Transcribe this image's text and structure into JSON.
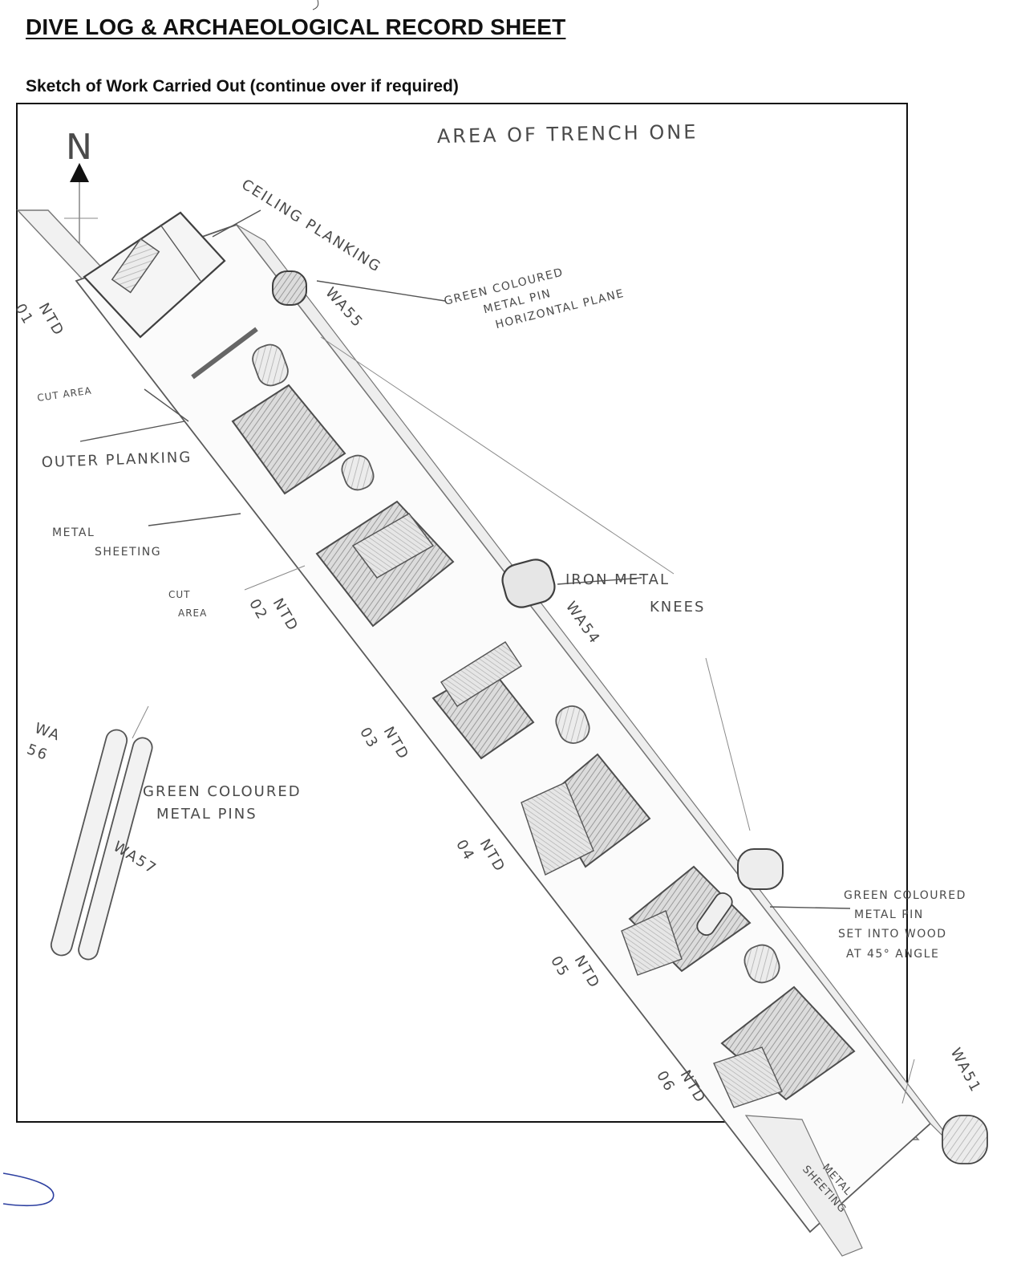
{
  "header": {
    "title": "DIVE LOG & ARCHAEOLOGICAL RECORD SHEET",
    "sketch_heading": "Sketch of Work Carried Out (continue over if required)"
  },
  "sketch": {
    "area_title": "AREA OF TRENCH ONE",
    "north_label": "N",
    "annotations": {
      "ceiling_planking": "CEILING PLANKING",
      "green_pin_horizontal": [
        "GREEN COLOURED",
        "METAL PIN",
        "HORIZONTAL PLANE"
      ],
      "cut_area_top": "CUT AREA",
      "outer_planking": "OUTER PLANKING",
      "metal_sheeting_left": [
        "METAL",
        "SHEETING"
      ],
      "cut_area_mid": [
        "CUT",
        "AREA"
      ],
      "iron_metal_knees": [
        "IRON METAL",
        "KNEES"
      ],
      "green_pins": [
        "GREEN COLOURED",
        "METAL PINS"
      ],
      "green_pin_45": [
        "GREEN COLOURED",
        "METAL PIN",
        "SET INTO WOOD",
        "AT 45° ANGLE"
      ],
      "metal_sheeting_bottom": [
        "METAL",
        "SHEETING"
      ]
    },
    "finds": {
      "wa55": "WA55",
      "wa54": "WA54",
      "wa56": [
        "WA",
        "56"
      ],
      "wa57": "WA57",
      "wa51": "WA51"
    },
    "timbers": {
      "ntd01": [
        "NTD",
        "01"
      ],
      "ntd02": [
        "NTD",
        "02"
      ],
      "ntd03": [
        "NTD",
        "03"
      ],
      "ntd04": [
        "NTD",
        "04"
      ],
      "ntd05": [
        "NTD",
        "05"
      ],
      "ntd06": [
        "NTD",
        "06"
      ]
    }
  }
}
